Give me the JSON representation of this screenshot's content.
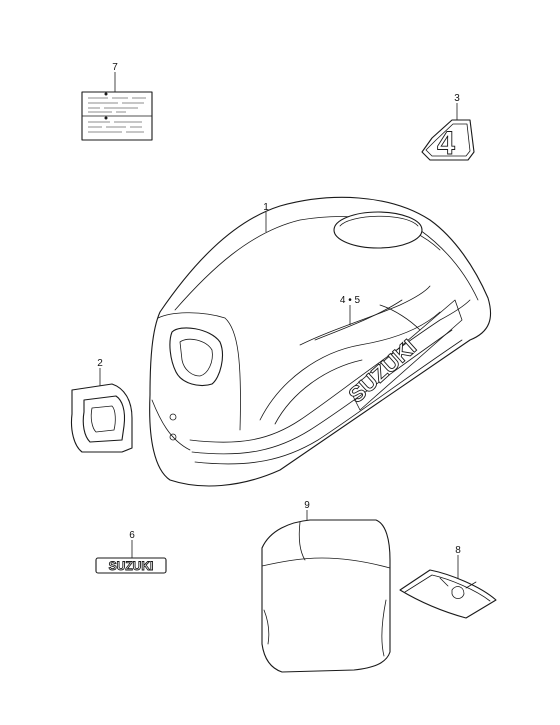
{
  "diagram": {
    "callouts": {
      "c1": "1",
      "c2": "2",
      "c3": "3",
      "c45": "4 • 5",
      "c6": "6",
      "c7": "7",
      "c8": "8",
      "c9": "9"
    },
    "decals": {
      "cowl_brand": "SUZUKI",
      "emblem_brand": "SUZUKI",
      "model_numeral": "4"
    }
  }
}
